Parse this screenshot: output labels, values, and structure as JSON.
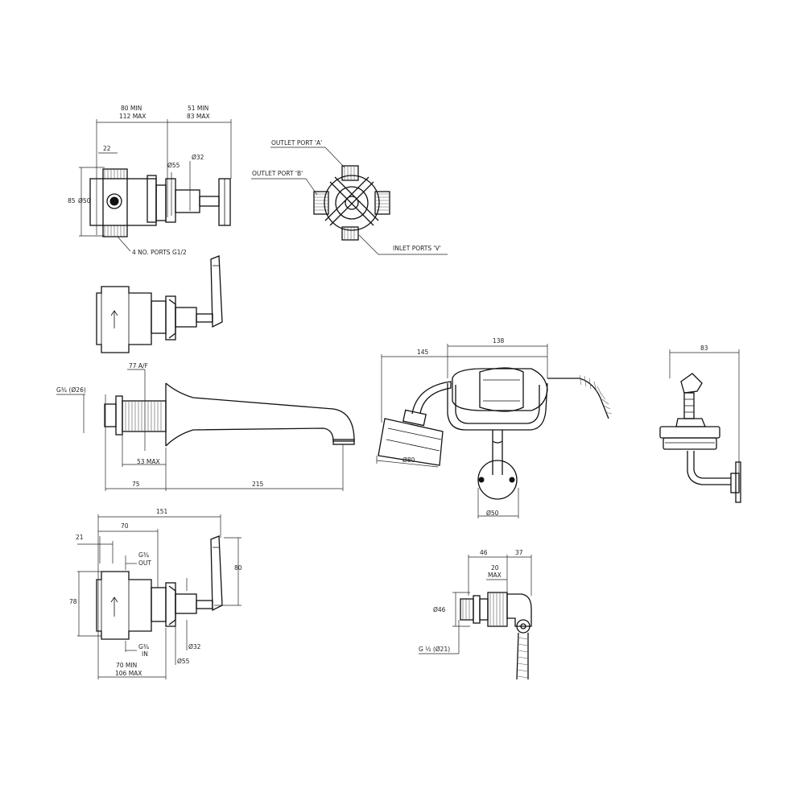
{
  "view_top_left": {
    "dim_width_left": "80 MIN",
    "dim_width_left_2": "112 MAX",
    "dim_width_right": "51 MIN",
    "dim_width_right_2": "83 MAX",
    "dim_22": "22",
    "dim_55": "Ø55",
    "dim_32": "Ø32",
    "dim_85": "85",
    "dim_50": "Ø50",
    "ports_note": "4 NO. PORTS G1/2"
  },
  "view_ports": {
    "outlet_a": "OUTLET PORT 'A'",
    "outlet_b": "OUTLET PORT 'B'",
    "inlet_v": "INLET PORTS 'V'"
  },
  "view_spout": {
    "dim_77": "77 A/F",
    "dim_thread": "G¾ (Ø26)",
    "dim_53": "53 MAX",
    "dim_75": "75",
    "dim_215": "215"
  },
  "view_handset": {
    "dim_145": "145",
    "dim_138": "138",
    "dim_80": "Ø80",
    "dim_50": "Ø50"
  },
  "view_side": {
    "dim_83": "83"
  },
  "view_valve_bottom": {
    "dim_151": "151",
    "dim_70": "70",
    "dim_21": "21",
    "g_out_1": "G¾",
    "g_out_2": "OUT",
    "dim_78": "78",
    "dim_80": "80",
    "g_in_1": "G¾",
    "g_in_2": "IN",
    "dim_32": "Ø32",
    "dim_55": "Ø55",
    "dim_70min": "70 MIN",
    "dim_106max": "106 MAX"
  },
  "view_outlet_elbow": {
    "dim_46": "46",
    "dim_37": "37",
    "dim_20": "20",
    "dim_max": "MAX",
    "dim_d46": "Ø46",
    "dim_thread": "G ½ (Ø21)"
  }
}
